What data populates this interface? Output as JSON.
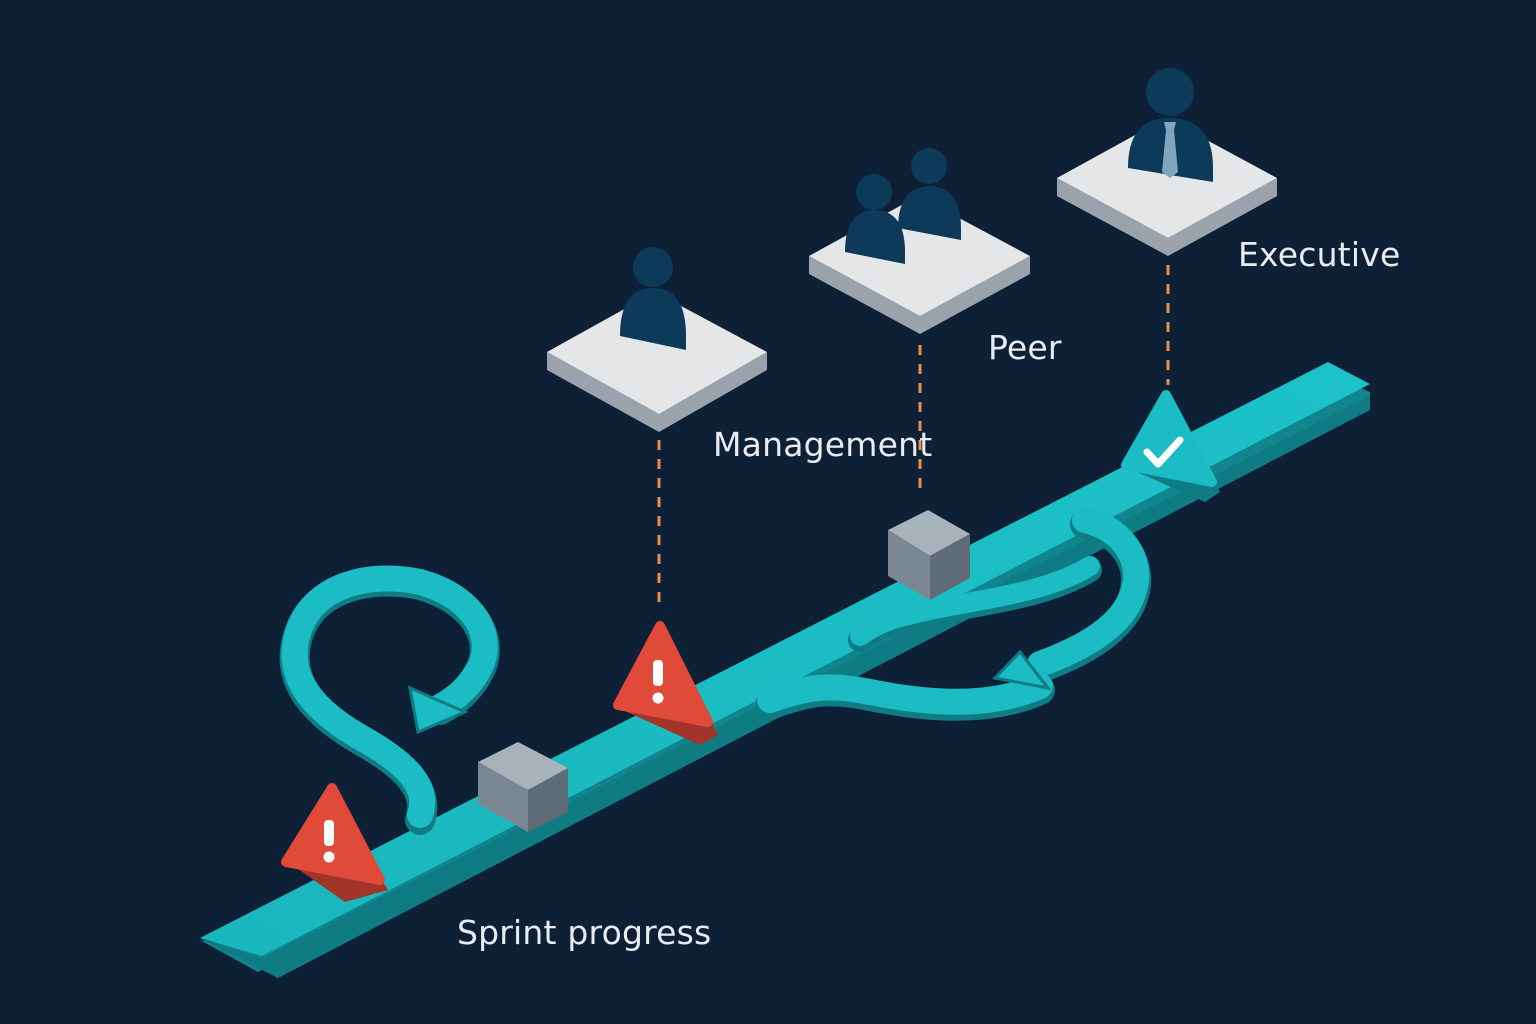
{
  "labels": {
    "management": "Management",
    "peer": "Peer",
    "executive": "Executive",
    "sprint_progress": "Sprint progress"
  },
  "colors": {
    "background": "#0d2035",
    "track_top": "#1bbcc3",
    "track_side": "#12878f",
    "platform_top": "#e4e6e8",
    "platform_side": "#9aa3ab",
    "person": "#0e3a59",
    "connector": "#e8914a",
    "warning": "#e04a39",
    "check_marker": "#1bbcc3",
    "block": "#8a98a4"
  },
  "markers": [
    {
      "type": "warning",
      "icon": "warning-icon"
    },
    {
      "type": "block",
      "icon": "block-icon"
    },
    {
      "type": "warning",
      "icon": "warning-icon"
    },
    {
      "type": "block",
      "icon": "block-icon"
    },
    {
      "type": "success",
      "icon": "checkmark-icon"
    }
  ],
  "stakeholders": [
    {
      "key": "management",
      "icon": "person-icon"
    },
    {
      "key": "peer",
      "icon": "people-icon"
    },
    {
      "key": "executive",
      "icon": "executive-icon"
    }
  ]
}
